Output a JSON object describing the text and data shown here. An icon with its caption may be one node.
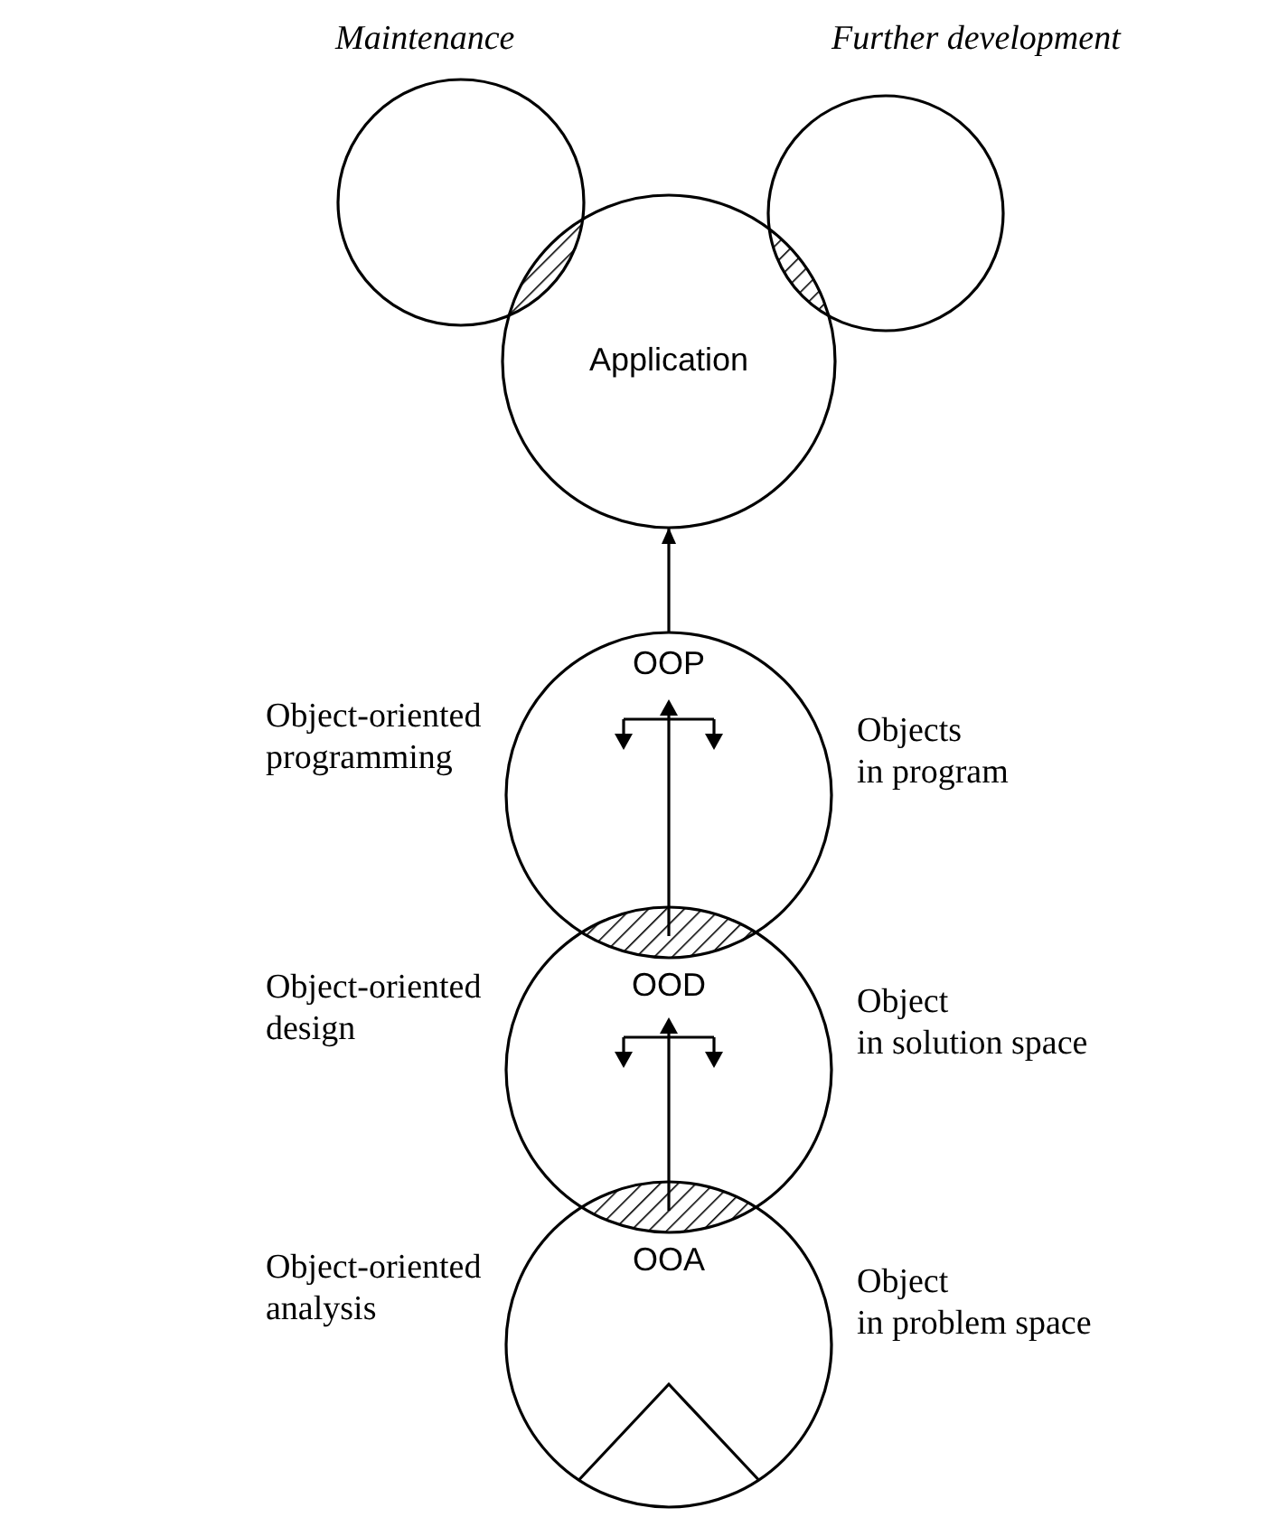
{
  "diagram": {
    "nodes": [
      {
        "text": [
          "Maintenance"
        ]
      },
      {
        "text": [
          "Further development"
        ]
      },
      {
        "text": [
          "Application"
        ]
      },
      {
        "text": [
          "OOP"
        ],
        "beside": [
          "Object-oriented programming",
          "Objects in program"
        ]
      },
      {
        "text": [
          "OOD"
        ],
        "beside": [
          "Object-oriented design",
          "Object in solution space"
        ]
      },
      {
        "text": [
          "OOA"
        ],
        "beside": [
          "Object-oriented analysis",
          "Object in problem space"
        ]
      }
    ],
    "edges": [
      {
        "from": 3,
        "to": 2,
        "arrow": "to"
      }
    ]
  }
}
